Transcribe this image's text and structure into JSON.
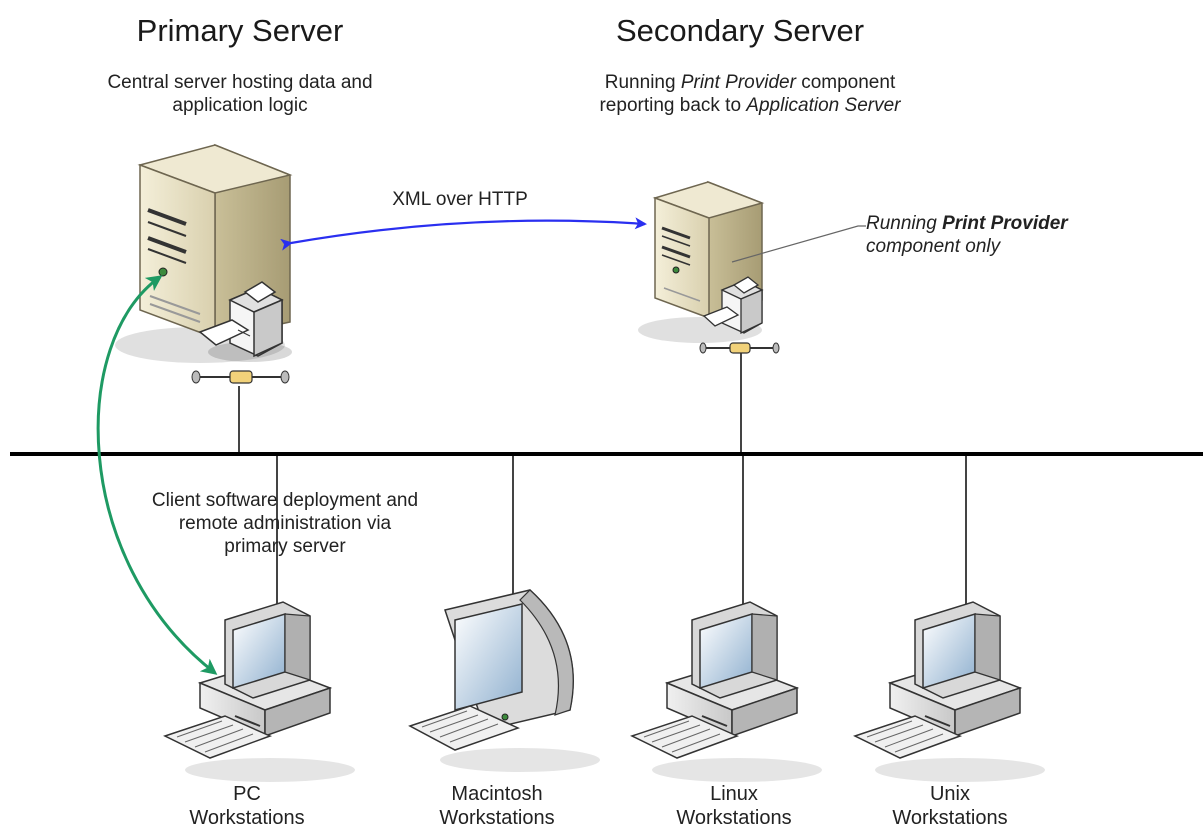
{
  "primary_server": {
    "title": "Primary Server",
    "description_line1": "Central server hosting data and",
    "description_line2": "application logic"
  },
  "secondary_server": {
    "title": "Secondary Server",
    "desc_line1_a": "Running ",
    "desc_line1_b": "Print Provider",
    "desc_line1_c": " component",
    "desc_line2_a": "reporting back to ",
    "desc_line2_b": "Application Server"
  },
  "link_label": "XML over HTTP",
  "note": {
    "line1_a": "Running ",
    "line1_b": "Print Provider",
    "line2": "component only"
  },
  "client_note": {
    "line1": "Client software deployment and",
    "line2": "remote administration via",
    "line3": "primary server"
  },
  "workstations": [
    {
      "name": "PC",
      "sub": "Workstations",
      "icon": "pc-workstation-icon"
    },
    {
      "name": "Macintosh",
      "sub": "Workstations",
      "icon": "macintosh-workstation-icon"
    },
    {
      "name": "Linux",
      "sub": "Workstations",
      "icon": "linux-workstation-icon"
    },
    {
      "name": "Unix",
      "sub": "Workstations",
      "icon": "unix-workstation-icon"
    }
  ],
  "colors": {
    "http_arrow": "#2a2ff0",
    "deploy_arrow": "#1e9a63",
    "network_bus": "#000000",
    "server_body": "#e8e1c6"
  }
}
